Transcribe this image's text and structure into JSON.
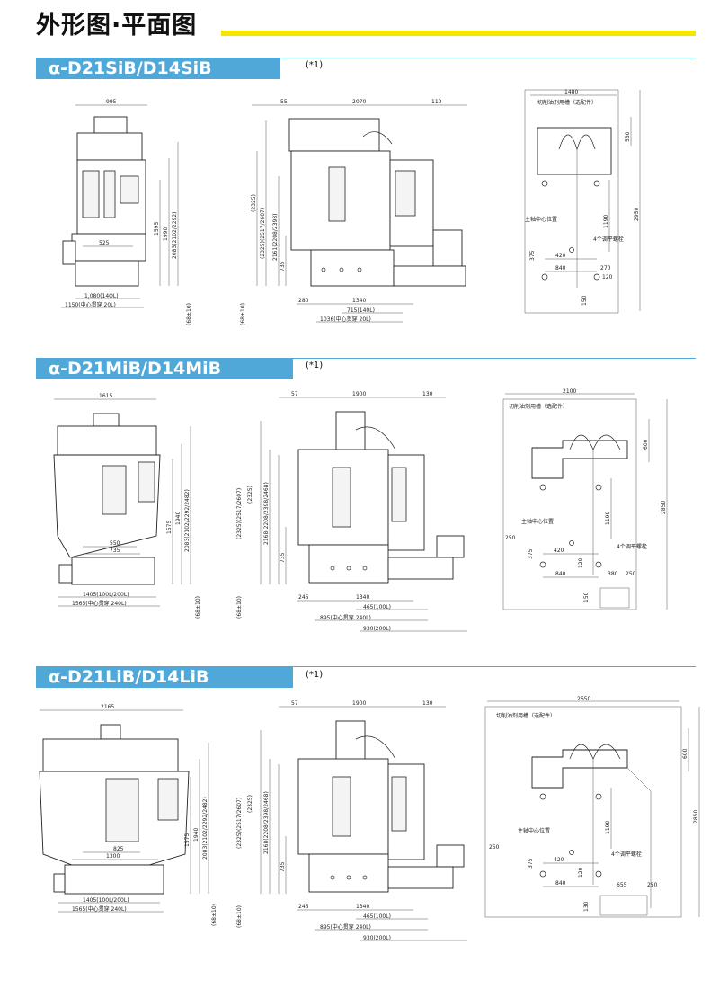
{
  "page_title": "外形图·平面图",
  "note": "(*1)",
  "sections": [
    {
      "model": "α-D21SiB/D14SiB",
      "front": {
        "width": "995",
        "h1": "1595",
        "h2": "1990",
        "h3": "2083(2102/2292)",
        "inner": "525",
        "base": "1,080(14OL)",
        "bottom": "1150(中心贯穿 20L)",
        "floor": "(68±10)"
      },
      "side": {
        "left": "55",
        "width": "2070",
        "right": "110",
        "h1": "(2325)(2517/2607)",
        "h2": "(2325)",
        "h3": "2161(2208/2398)",
        "h4": "735",
        "d1": "280",
        "d2": "1340",
        "d3": "715(140L)",
        "d4": "1036(中心贯穿 20L)",
        "floor": "(68±10)"
      },
      "plan": {
        "width": "1480",
        "chip": "切削油剂用槽（选配件）",
        "spindle": "主轴中心位置",
        "bolt": "4个调平螺栓",
        "depth": "530",
        "total": "2950",
        "h": "1190",
        "a": "420",
        "b": "840",
        "c": "375",
        "d": "150",
        "e": "270",
        "f": "120"
      }
    },
    {
      "model": "α-D21MiB/D14MiB",
      "front": {
        "width": "1615",
        "h1": "1575",
        "h2": "1940",
        "h3": "2083(2102/2292/2482)",
        "inner1": "550",
        "inner2": "735",
        "base": "1405(100L/200L)",
        "bottom": "1565(中心贯穿 240L)",
        "floor": "(68±10)"
      },
      "side": {
        "left": "57",
        "width": "1900",
        "right": "130",
        "h1": "(2325)(2517/2607)",
        "h2": "(2325)",
        "h3": "2168(2208/2398/2468)",
        "h4": "735",
        "d1": "245",
        "d2": "1340",
        "d3": "465(100L)",
        "d4": "895(中心贯穿 240L)",
        "d5": "930(200L)",
        "floor": "(68±10)"
      },
      "plan": {
        "width": "2100",
        "chip": "切削油剂用槽（选配件）",
        "spindle": "主轴中心位置",
        "bolt": "4个调平螺栓",
        "depth": "600",
        "total": "2850",
        "h": "1190",
        "a": "420",
        "b": "840",
        "c": "375",
        "d": "150",
        "e": "380",
        "f": "250",
        "g": "250",
        "k": "120"
      }
    },
    {
      "model": "α-D21LiB/D14LiB",
      "front": {
        "width": "2165",
        "h1": "1575",
        "h2": "1940",
        "h3": "2083(2102/2292/2482)",
        "inner1": "825",
        "inner2": "1300",
        "base": "1405(100L/200L)",
        "bottom": "1565(中心贯穿 240L)",
        "floor": "(68±10)"
      },
      "side": {
        "left": "57",
        "width": "1900",
        "right": "130",
        "h1": "(2325)(2517/2607)",
        "h2": "(2325)",
        "h3": "2168(2208/2398/2468)",
        "h4": "735",
        "d1": "245",
        "d2": "1340",
        "d3": "465(100L)",
        "d4": "895(中心贯穿 240L)",
        "d5": "930(200L)",
        "floor": "(68±10)"
      },
      "plan": {
        "width": "2650",
        "chip": "切削油剂用槽（选配件）",
        "spindle": "主轴中心位置",
        "bolt": "4个调平螺栓",
        "depth": "600",
        "total": "2850",
        "h": "1190",
        "a": "420",
        "b": "840",
        "c": "375",
        "d": "130",
        "e": "655",
        "f": "250",
        "g": "250",
        "k": "120"
      }
    }
  ]
}
